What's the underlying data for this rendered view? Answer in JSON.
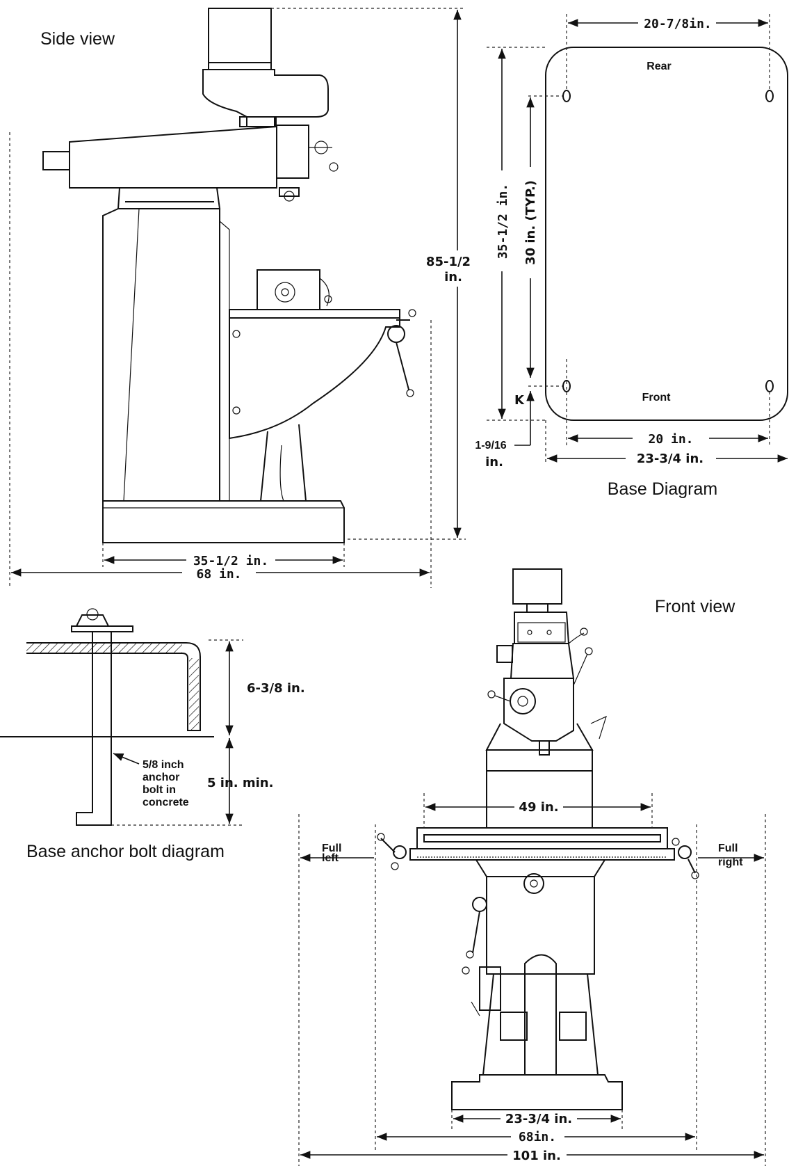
{
  "titles": {
    "side_view": "Side view",
    "base_diagram": "Base Diagram",
    "front_view": "Front view",
    "anchor_diagram": "Base anchor bolt diagram"
  },
  "side_view": {
    "height": "85-1/2",
    "height_unit": "in.",
    "base_width": "35-1/2 in.",
    "overall_width": "68 in."
  },
  "base_diagram": {
    "rear": "Rear",
    "front": "Front",
    "top_width": "20-7/8in.",
    "bolt_width": "20 in.",
    "overall_width": "23-3/4 in.",
    "depth": "35-1/2 in.",
    "bolt_spacing": "30 in. (TYP.)",
    "k": "K",
    "offset": "1-9/16",
    "offset_unit": "in."
  },
  "anchor_bolt": {
    "base_thickness": "6-3/8 in.",
    "embed_depth": "5 in. min.",
    "bolt_note_1": "5/8 inch",
    "bolt_note_2": "anchor",
    "bolt_note_3": "bolt in",
    "bolt_note_4": "concrete"
  },
  "front_view": {
    "table_travel": "49 in.",
    "full_left_1": "Full",
    "full_left_2": "left",
    "full_right_1": "Full",
    "full_right_2": "right",
    "base_width": "23-3/4 in.",
    "table_width": "68in.",
    "overall_width": "101 in."
  }
}
